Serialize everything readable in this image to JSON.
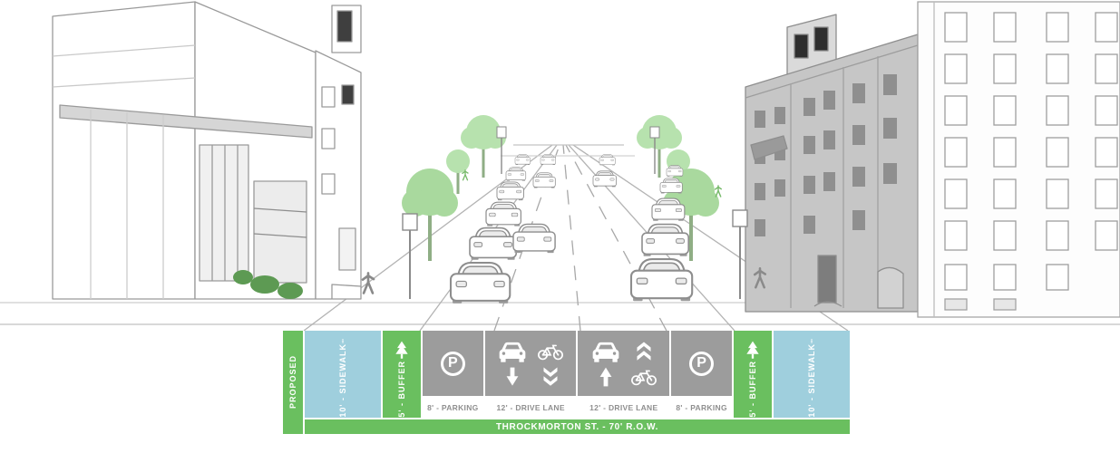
{
  "figure": {
    "type": "street-section-diagram",
    "scene_alt": "Perspective line illustration of a city street with buildings on both sides, street trees, parked cars, two drive lanes and pedestrians"
  },
  "legend": {
    "proposed_label": "PROPOSED",
    "street_label": "THROCKMORTON ST. - 70' R.O.W.",
    "bands": [
      {
        "label": "10' - SIDEWALK",
        "width_ft": 10,
        "type": "sidewalk",
        "icon": "pedestrian-icon"
      },
      {
        "label": "5' - BUFFER",
        "width_ft": 5,
        "type": "buffer",
        "icon": "tree-icon"
      },
      {
        "label": "8' - PARKING",
        "width_ft": 8,
        "type": "parking",
        "icon": "parking-icon",
        "icon_glyph": "P"
      },
      {
        "label": "12' - DRIVE LANE",
        "width_ft": 12,
        "type": "drive-lane",
        "direction": "toward-viewer",
        "icons": [
          "car-icon",
          "bicycle-icon",
          "arrow-down-icon",
          "chevrons-down-icon"
        ]
      },
      {
        "label": "12' - DRIVE LANE",
        "width_ft": 12,
        "type": "drive-lane",
        "direction": "away-from-viewer",
        "icons": [
          "car-icon",
          "chevrons-up-icon",
          "arrow-up-icon",
          "bicycle-icon"
        ]
      },
      {
        "label": "8' - PARKING",
        "width_ft": 8,
        "type": "parking",
        "icon": "parking-icon",
        "icon_glyph": "P"
      },
      {
        "label": "5' - BUFFER",
        "width_ft": 5,
        "type": "buffer",
        "icon": "tree-icon"
      },
      {
        "label": "10' - SIDEWALK",
        "width_ft": 10,
        "type": "sidewalk",
        "icon": "pedestrian-icon"
      }
    ]
  },
  "colors": {
    "sidewalk_blue": "#9fcfdd",
    "buffer_green": "#6abf5f",
    "lane_gray": "#9c9c9c",
    "label_text_gray": "#8f8f8f",
    "row_bar_green": "#6abf5f",
    "icon_white": "#ffffff",
    "tree_green_light": "#b7e2ae",
    "tree_green_mid": "#a9d99e"
  }
}
